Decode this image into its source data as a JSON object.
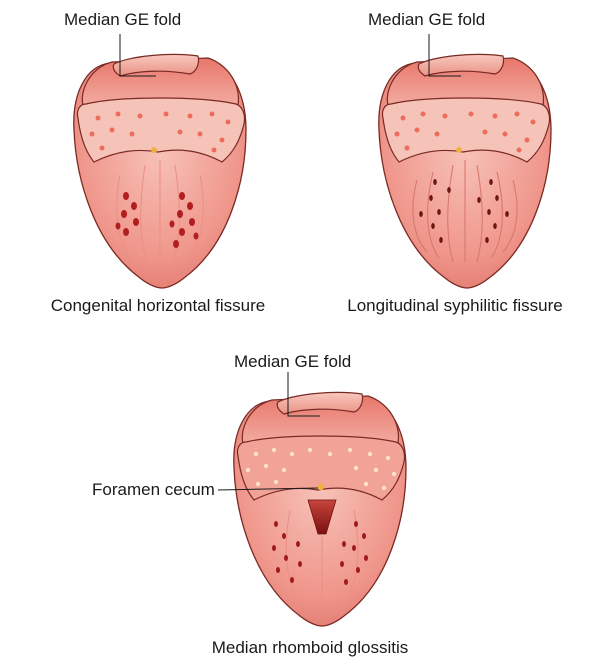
{
  "diagrams": [
    {
      "id": "congenital",
      "top_label": "Median GE fold",
      "caption": "Congenital horizontal fissure"
    },
    {
      "id": "syphilitic",
      "top_label": "Median GE fold",
      "caption": "Longitudinal syphilitic fissure"
    },
    {
      "id": "rhomboid",
      "top_label": "Median GE fold",
      "side_label": "Foramen cecum",
      "caption": "Median rhomboid glossitis"
    }
  ],
  "colors": {
    "outline": "#7a2a24",
    "body": "#f2a49a",
    "body_dark": "#e47f75",
    "base": "#eb8276",
    "base_light": "#f3bdb2",
    "lesion": "#b01e1e",
    "rhomboid": "#8c1414"
  }
}
